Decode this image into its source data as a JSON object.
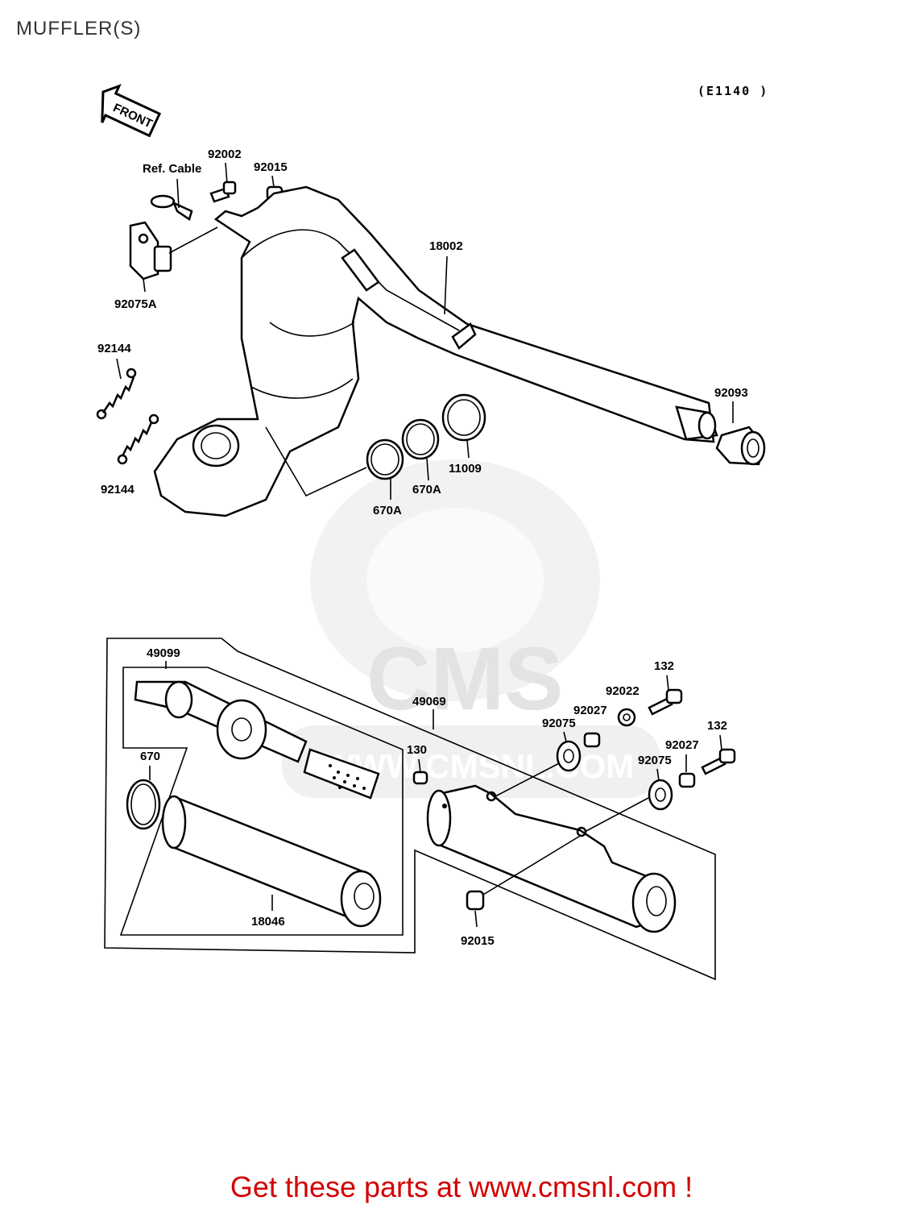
{
  "header": {
    "title": "MUFFLER(S)"
  },
  "diagram": {
    "ref_code": "(E1140 )",
    "front_arrow": "FRONT",
    "ref_cable": "Ref. Cable",
    "labels": {
      "p92002": "92002",
      "p92015_top": "92015",
      "p18002": "18002",
      "p92075A": "92075A",
      "p92144_a": "92144",
      "p92144_b": "92144",
      "p92093": "92093",
      "p11009": "11009",
      "p670A_a": "670A",
      "p670A_b": "670A",
      "p49099": "49099",
      "p670": "670",
      "p18046": "18046",
      "p49069": "49069",
      "p130": "130",
      "p92015_bottom": "92015",
      "p92075_a": "92075",
      "p92075_b": "92075",
      "p92027_a": "92027",
      "p92027_b": "92027",
      "p92022": "92022",
      "p132_a": "132",
      "p132_b": "132"
    },
    "watermark_text": "CMS",
    "watermark_url": "WWW.CMSNL.COM"
  },
  "footer": {
    "banner": "Get these parts at www.cmsnl.com !"
  },
  "colors": {
    "banner": "#d30000",
    "watermark": "#e6e6e6",
    "line": "#000000"
  },
  "icons": [
    "front-arrow-icon",
    "cms-mascot-watermark"
  ]
}
